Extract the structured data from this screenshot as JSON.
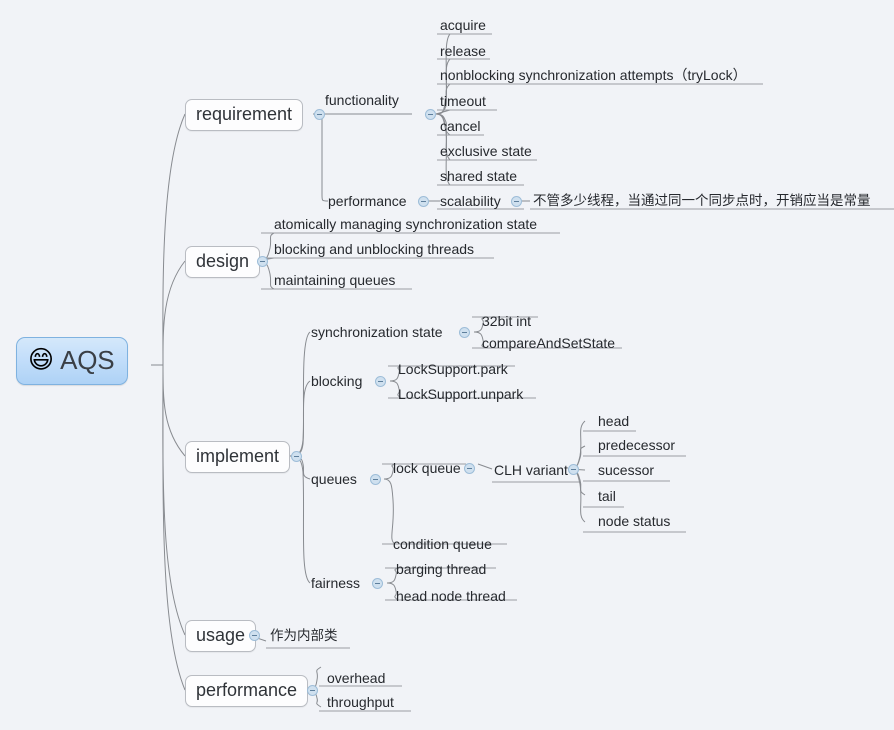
{
  "document": {
    "type": "mind-map",
    "background_color": "#f1f3f7",
    "root_accent_color": "#aed2f6",
    "branch_line_color": "#888b90",
    "toggle_color": "#cfe0ef"
  },
  "root": {
    "label": "AQS",
    "icon": "grinning-squinting-face-emoji",
    "emoji": "😄"
  },
  "branches": [
    {
      "label": "requirement",
      "children": [
        {
          "label": "functionality",
          "children": [
            {
              "label": "acquire"
            },
            {
              "label": "release"
            },
            {
              "label": "nonblocking synchronization attempts（tryLock）"
            },
            {
              "label": "timeout"
            },
            {
              "label": "cancel"
            },
            {
              "label": "exclusive state"
            },
            {
              "label": "shared state"
            }
          ]
        },
        {
          "label": "performance",
          "children": [
            {
              "label": "scalability",
              "children": [
                {
                  "label": "不管多少线程，当通过同一个同步点时，开销应当是常量"
                }
              ]
            }
          ]
        }
      ]
    },
    {
      "label": "design",
      "children": [
        {
          "label": "atomically managing synchronization state"
        },
        {
          "label": "blocking and unblocking threads"
        },
        {
          "label": "maintaining queues"
        }
      ]
    },
    {
      "label": "implement",
      "children": [
        {
          "label": "synchronization state",
          "children": [
            {
              "label": "32bit int"
            },
            {
              "label": "compareAndSetState"
            }
          ]
        },
        {
          "label": "blocking",
          "children": [
            {
              "label": "LockSupport.park"
            },
            {
              "label": "LockSupport.unpark"
            }
          ]
        },
        {
          "label": "queues",
          "children": [
            {
              "label": "lock queue",
              "children": [
                {
                  "label": "CLH variant",
                  "children": [
                    {
                      "label": "head"
                    },
                    {
                      "label": "predecessor"
                    },
                    {
                      "label": "sucessor"
                    },
                    {
                      "label": "tail"
                    },
                    {
                      "label": "node status"
                    }
                  ]
                }
              ]
            },
            {
              "label": "condition queue"
            }
          ]
        },
        {
          "label": "fairness",
          "children": [
            {
              "label": "barging thread"
            },
            {
              "label": "head node thread"
            }
          ]
        }
      ]
    },
    {
      "label": "usage",
      "children": [
        {
          "label": "作为内部类"
        }
      ]
    },
    {
      "label": "performance",
      "children": [
        {
          "label": "overhead"
        },
        {
          "label": "throughput"
        }
      ]
    }
  ]
}
